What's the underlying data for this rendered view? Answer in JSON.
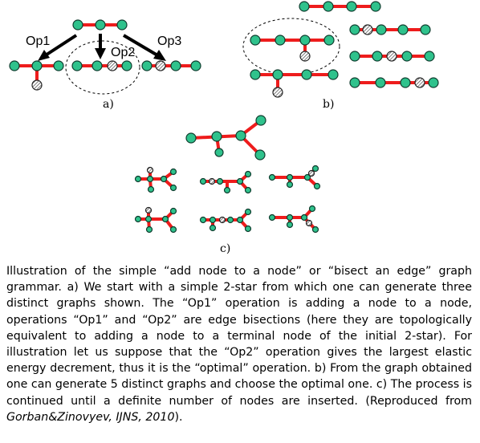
{
  "panels": {
    "a": {
      "label": "a)",
      "ops": [
        "Op1",
        "Op2",
        "Op3"
      ]
    },
    "b": {
      "label": "b)"
    },
    "c": {
      "label": "c)"
    }
  },
  "caption": {
    "text": "Illustration of the simple “add node to a node” or “bisect an edge” graph grammar. a) We start with a simple 2-star from which one can generate three distinct graphs shown. The “Op1” operation is adding a node to a node, operations “Op1” and “Op2” are edge bisections (here they are topologically equivalent to adding a node to a terminal node of the initial 2-star). For illustration let us suppose that the “Op2” operation gives the largest elastic energy decrement, thus it is the “optimal” operation. b) From the graph obtained one can generate 5 distinct graphs and choose the optimal one. c) The process is continued until a definite number of nodes are inserted.",
    "credit_prefix": "(Reproduced from ",
    "credit_source": "Gorban&Zinovyev, IJNS, 2010",
    "credit_suffix": ")."
  },
  "colors": {
    "edge": "#ee1c1c",
    "node": "#2fc28c"
  }
}
